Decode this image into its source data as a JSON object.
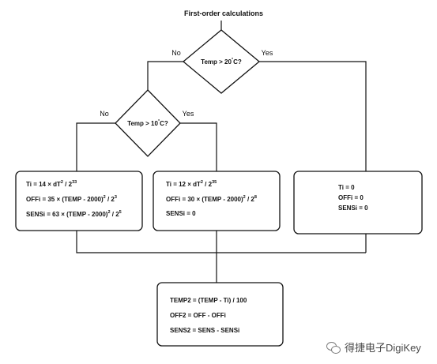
{
  "title": "First-order calculations",
  "decisions": {
    "d1": {
      "text_a": "Temp > 20",
      "sup": "°",
      "text_b": "C?",
      "no": "No",
      "yes": "Yes"
    },
    "d2": {
      "text_a": "Temp > 10",
      "sup": "°",
      "text_b": "C?",
      "no": "No",
      "yes": "Yes"
    }
  },
  "boxes": {
    "low_temp": {
      "ti": [
        "Ti = 14 × dT",
        "2",
        "/ 2",
        "33"
      ],
      "offi": [
        "OFFi = 35 × (TEMP - 2000)",
        "2",
        "/ 2",
        "3"
      ],
      "sensi": [
        "SENSi = 63 × (TEMP - 2000)",
        "2",
        "/ 2",
        "5"
      ]
    },
    "mid_temp": {
      "ti": [
        "Ti = 12 × dT",
        "2",
        "/ 2",
        "35"
      ],
      "offi": [
        "OFFi = 30 × (TEMP - 2000)",
        "2",
        "/ 2",
        "8"
      ],
      "sensi": "SENSi = 0"
    },
    "high_temp": {
      "ti": "Ti = 0",
      "offi": "OFFi = 0",
      "sensi": "SENSi = 0"
    },
    "result": {
      "temp2": "TEMP2 = (TEMP - Ti) / 100",
      "off2": "OFF2 = OFF - OFFi",
      "sens2": "SENS2 = SENS - SENSi"
    }
  },
  "watermark": {
    "text": "得捷电子DigiKey",
    "icon": "wechat-icon"
  }
}
